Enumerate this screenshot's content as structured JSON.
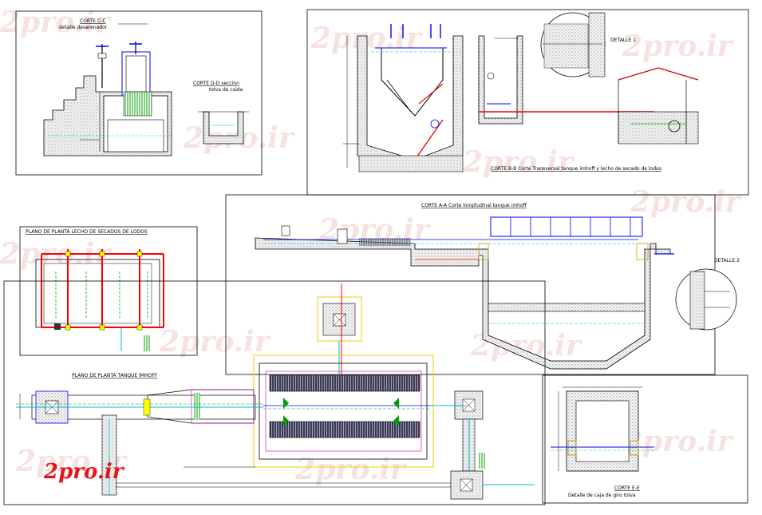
{
  "colors": {
    "frame": "#000000",
    "concrete": "#9a9a9a",
    "pipe_red": "#ff0000",
    "pipe_blue": "#0000ff",
    "pipe_green": "#00c000",
    "pipe_cyan": "#00bcd4",
    "yellow": "#e8d000",
    "magenta": "#c000c0",
    "watermark": "#f2cbcb",
    "logo_red": "#e8141b"
  },
  "logo": "2pro.ir",
  "watermark_text": "2pro.ir",
  "sections": {
    "corte_cc": {
      "title": "CORTE C-C",
      "subtitle": "detalle desarenador"
    },
    "corte_dd": {
      "title": "CORTE D-D seccion",
      "subtitle": "tolva de caida"
    },
    "corte_bb": {
      "title": "CORTE B-B Corte Transversal tanque imhoff y lecho de secado de lodos"
    },
    "detalle_1": {
      "title": "DETALLE 1"
    },
    "corte_aa": {
      "title": "CORTE A-A Corte longitudinal tanque imhoff"
    },
    "detalle_2": {
      "title": "DETALLE 2"
    },
    "plano_lecho": {
      "title": "PLANO DE PLANTA LECHO DE SECADOS DE LODOS"
    },
    "plano_imhoff": {
      "title": "PLANO DE PLANTA TANQUE IMHOFF"
    },
    "corte_ee": {
      "title": "CORTE E-E",
      "subtitle": "Detalle de caja de giro tolva"
    }
  }
}
